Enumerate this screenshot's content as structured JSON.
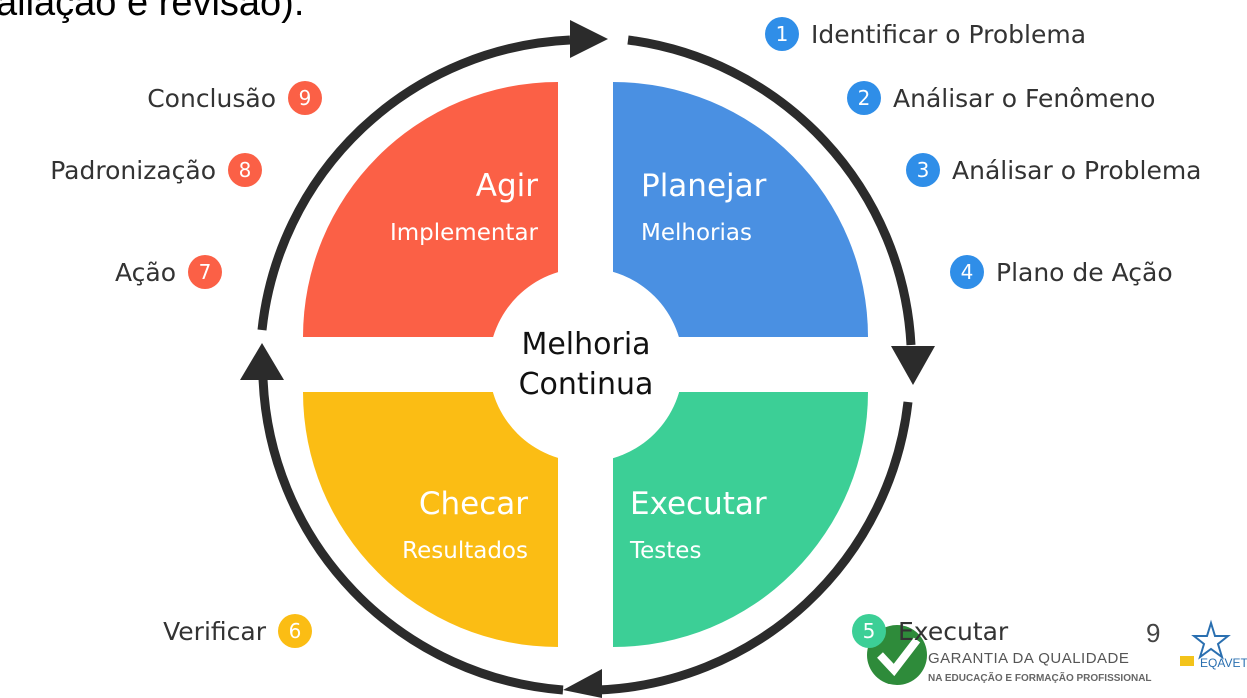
{
  "header": {
    "title_fragment": "aliação e revisão)."
  },
  "center": {
    "line1": "Melhoria",
    "line2": "Continua"
  },
  "quadrants": [
    {
      "title": "Planejar",
      "subtitle": "Melhorias",
      "color": "#4a90e2"
    },
    {
      "title": "Executar",
      "subtitle": "Testes",
      "color": "#3ccf96"
    },
    {
      "title": "Checar",
      "subtitle": "Resultados",
      "color": "#fbbd14"
    },
    {
      "title": "Agir",
      "subtitle": "Implementar",
      "color": "#fb6046"
    }
  ],
  "steps": [
    {
      "number": "1",
      "label": "Identificar o Problema",
      "color": "#2f8ee8"
    },
    {
      "number": "2",
      "label": "Análisar o Fenômeno",
      "color": "#2f8ee8"
    },
    {
      "number": "3",
      "label": "Análisar o Problema",
      "color": "#2f8ee8"
    },
    {
      "number": "4",
      "label": "Plano de Ação",
      "color": "#2f8ee8"
    },
    {
      "number": "5",
      "label": "Executar",
      "color": "#3ccf96"
    },
    {
      "number": "6",
      "label": "Verificar",
      "color": "#fbbd14"
    },
    {
      "number": "7",
      "label": "Ação",
      "color": "#fb6046"
    },
    {
      "number": "8",
      "label": "Padronização",
      "color": "#fb6046"
    },
    {
      "number": "9",
      "label": "Conclusão",
      "color": "#fb6046"
    }
  ],
  "footer": {
    "page_number": "9",
    "logo_line1": "GARANTIA DA QUALIDADE",
    "logo_line2": "NA EDUCAÇÃO E FORMAÇÃO PROFISSIONAL",
    "eqavet": "EQAVET"
  }
}
